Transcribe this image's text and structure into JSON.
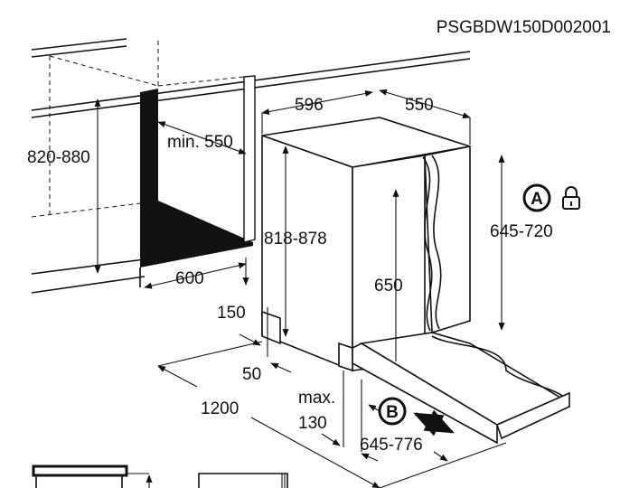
{
  "diagram": {
    "model_code": "PSGBDW150D002001",
    "dimensions": {
      "niche_height": "820-880",
      "niche_depth_min": "min. 550",
      "appliance_width": "596",
      "appliance_depth": "550",
      "appliance_height": "818-878",
      "niche_width": "600",
      "plinth_height": "150",
      "plinth_offset": "50",
      "door_clearance": "1200",
      "max_plinth_label": "max.",
      "max_plinth_value": "130",
      "inner_height": "650",
      "door_panel_height": "645-720",
      "door_panel_travel": "645-776"
    },
    "markers": {
      "a": "A",
      "b": "B"
    },
    "icons": [
      "lock-icon",
      "double-arrow-icon"
    ]
  }
}
